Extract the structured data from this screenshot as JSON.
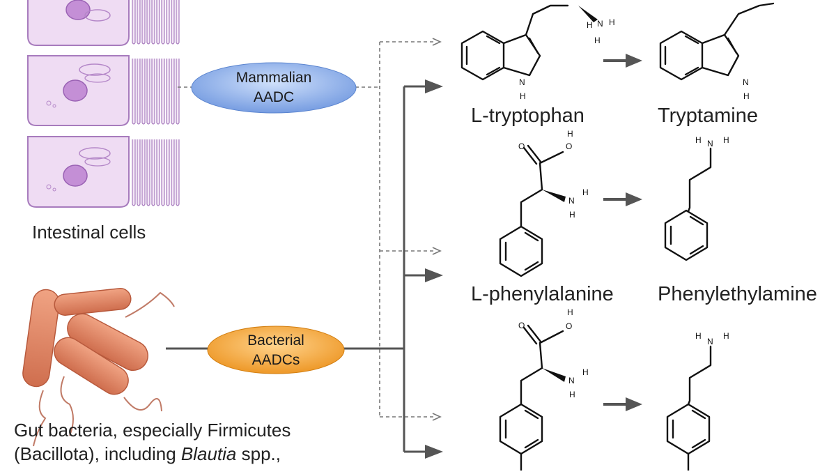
{
  "left": {
    "intestinal_caption": "Intestinal cells",
    "bacteria_caption_line1": "Gut bacteria, especially Firmicutes",
    "bacteria_caption_line2_pre": "(Bacillota), including ",
    "bacteria_caption_line2_italic": "Blautia",
    "bacteria_caption_line2_post": " spp.,"
  },
  "enzymes": {
    "mammalian": {
      "line1": "Mammalian",
      "line2": "AADC",
      "color": "#7fa5e6"
    },
    "bacterial": {
      "line1": "Bacterial",
      "line2": "AADCs",
      "color": "#f0a030"
    }
  },
  "molecules": {
    "row1": {
      "substrate": "L-tryptophan",
      "product": "Tryptamine"
    },
    "row2": {
      "substrate": "L-phenylalanine",
      "product": "Phenylethylamine"
    }
  },
  "atoms": {
    "H": "H",
    "N": "N",
    "O": "O"
  },
  "colors": {
    "cell_fill": "#efdcf3",
    "cell_border": "#a77bbd",
    "bacteria": "#e38868",
    "arrow": "#555555"
  }
}
